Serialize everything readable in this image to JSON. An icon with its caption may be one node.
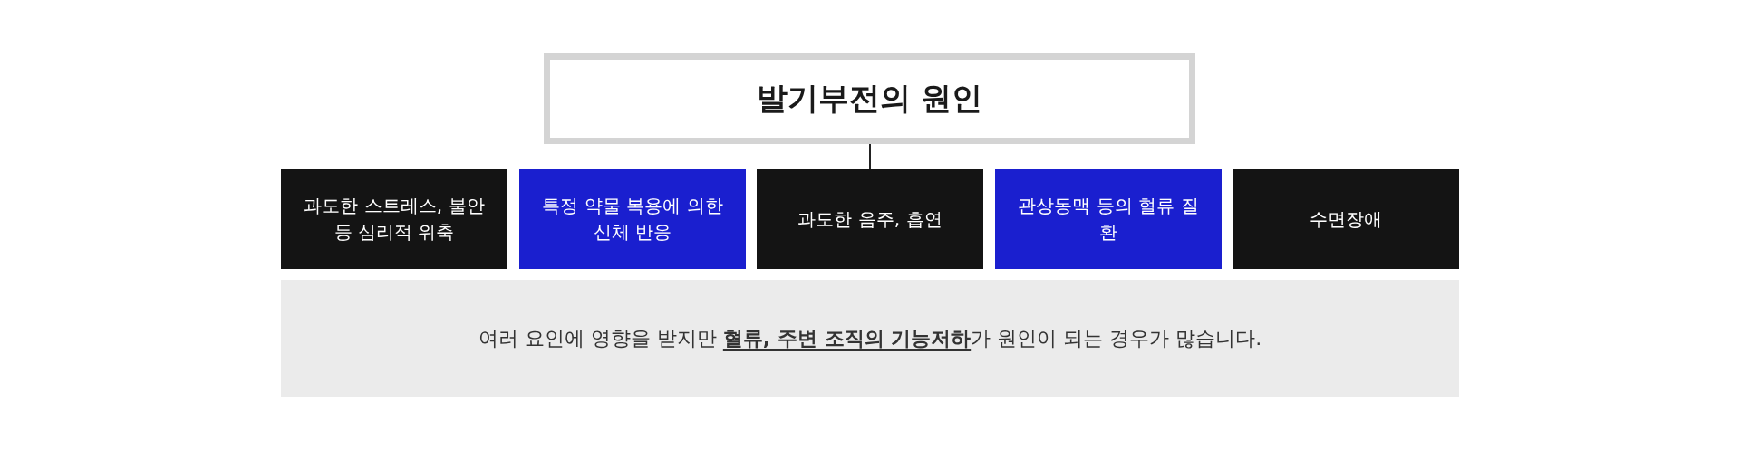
{
  "diagram": {
    "nodes": [
      {
        "text": [
          "발기부전의 원인"
        ]
      },
      {
        "text": [
          "과도한 스트레스, 불안 등 심리적 위축"
        ]
      },
      {
        "text": [
          "특정 약물 복용에 의한 신체 반응"
        ]
      },
      {
        "text": [
          "과도한 음주, 흡연"
        ]
      },
      {
        "text": [
          "관상동맥 등의 혈류 질환"
        ]
      },
      {
        "text": [
          "수면장애"
        ]
      },
      {
        "text": [
          "여러 요인에 영향을 받지만 **혈류, 주변 조직의 기능저하**가 원인이 되는 경우가 많습니다."
        ]
      }
    ],
    "edges": [
      {
        "from": 0,
        "to": 3,
        "arrow": "none"
      }
    ]
  }
}
